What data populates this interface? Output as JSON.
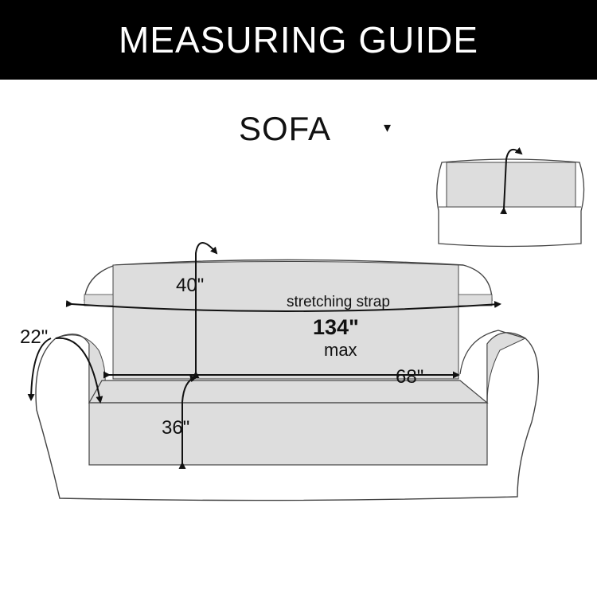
{
  "header": {
    "title": "MEASURING GUIDE"
  },
  "section": {
    "title": "SOFA",
    "caret": "▾"
  },
  "labels": {
    "back_height": "40\"",
    "arm_height": "22\"",
    "seat_width": "68\"",
    "seat_depth": "36\"",
    "strap": "stretching strap",
    "total_length": "134\"",
    "max": "max"
  },
  "colors": {
    "banner": "#000000",
    "cover": "#dddddd",
    "outline": "#444444"
  }
}
